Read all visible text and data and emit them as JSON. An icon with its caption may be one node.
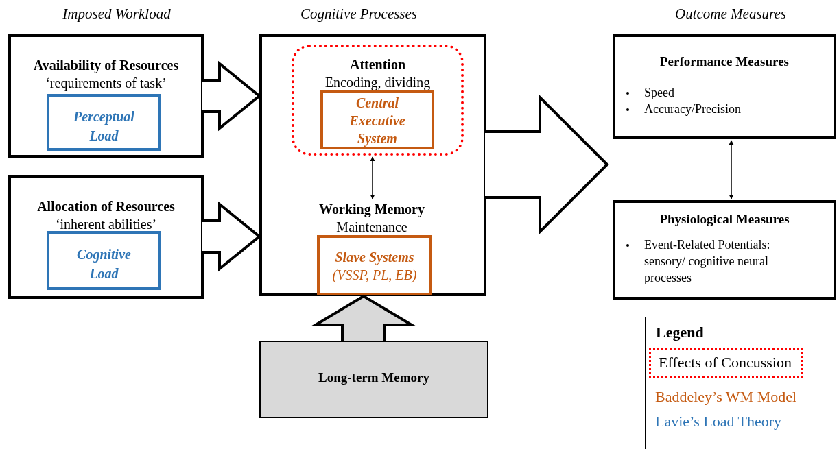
{
  "diagram": {
    "nodes": [
      {
        "text": [
          "Availability of Resources",
          "‘requirements of task’"
        ]
      },
      {
        "text": [
          "Perceptual Load"
        ],
        "in": 0
      },
      {
        "text": [
          "Allocation of Resources",
          "‘inherent abilities’"
        ]
      },
      {
        "text": [
          "Cognitive Load"
        ],
        "in": 2
      },
      {
        "text": [],
        "shape": "box"
      },
      {
        "text": [
          "Attention",
          "Encoding, dividing"
        ],
        "in": 4
      },
      {
        "text": [
          "Central Executive System"
        ],
        "in": 5
      },
      {
        "text": [
          "Working Memory",
          "Maintenance"
        ],
        "in": 4
      },
      {
        "text": [
          "Slave Systems",
          "(VSSP, PL, EB)"
        ],
        "in": 4
      },
      {
        "text": [
          "Long-term Memory"
        ]
      },
      {
        "text": [
          "Performance Measures",
          "Speed",
          "Accuracy/Precision"
        ]
      },
      {
        "text": [
          "Physiological Measures",
          "Event-Related Potentials: sensory/ cognitive neural processes"
        ]
      }
    ],
    "edges": [
      {
        "from": 0,
        "to": 4,
        "arrow": "to",
        "style": "thick"
      },
      {
        "from": 2,
        "to": 4,
        "arrow": "to",
        "style": "thick"
      },
      {
        "from": 4,
        "to": null,
        "arrow": "to",
        "style": "thick"
      },
      {
        "from": 9,
        "to": 4,
        "arrow": "to",
        "style": "thick"
      },
      {
        "from": 5,
        "to": 7,
        "arrow": "both"
      },
      {
        "from": 10,
        "to": 11,
        "arrow": "both"
      }
    ],
    "labels": [
      "Imposed Workload",
      "Cognitive Processes",
      "Outcome Measures",
      "Legend"
    ],
    "legend": [
      {
        "text": "Effects of Concussion"
      },
      {
        "text": "Baddeley’s WM Model",
        "color": "#c55a11"
      },
      {
        "text": "Lavie’s Load Theory",
        "color": "#2e75b6"
      }
    ]
  }
}
